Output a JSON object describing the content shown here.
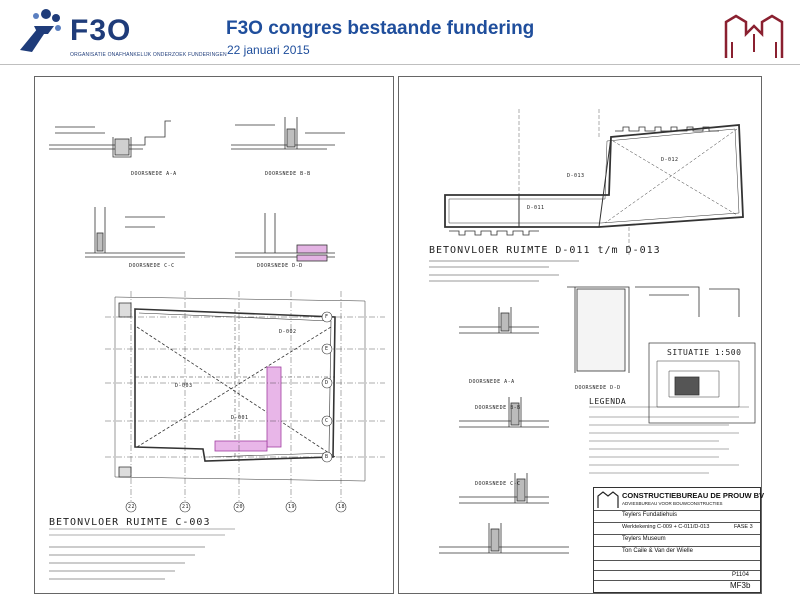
{
  "header": {
    "logo_text": "F3O",
    "logo_subtitle": "ORGANISATIE ONAFHANKELIJK ONDERZOEK FUNDERINGEN",
    "title": "F3O congres bestaande fundering",
    "subtitle": "22 januari 2015",
    "colors": {
      "title": "#1f4e9c",
      "logo": "#1f3c7a",
      "logo_right": "#8a2030"
    }
  },
  "left_sheet": {
    "sections": [
      "DOORSNEDE A-A",
      "DOORSNEDE B-B",
      "DOORSNEDE C-C",
      "DOORSNEDE D-D"
    ],
    "rooms": [
      "D-003",
      "D-002",
      "D-001"
    ],
    "grid_bottom": [
      "22",
      "21",
      "20",
      "19",
      "18"
    ],
    "grid_right": [
      "F",
      "E",
      "D",
      "C",
      "B"
    ],
    "plan_title": "BETONVLOER RUIMTE C-003"
  },
  "right_sheet": {
    "rooms": [
      "D-011",
      "D-012",
      "D-013"
    ],
    "plan_title": "BETONVLOER RUIMTE D-011 t/m D-013",
    "sections": [
      "DOORSNEDE A-A",
      "DOORSNEDE B-B",
      "DOORSNEDE C-C",
      "DOORSNEDE D-D"
    ],
    "situatie": "SITUATIE 1:500",
    "legend_title": "LEGENDA",
    "titleblock": {
      "company": "CONSTRUCTIEBUREAU DE PROUW BV",
      "company_sub": "ADVIESBUREAU VOOR BOUWCONSTRUCTIES",
      "project": "Teylers Fundatiehuis",
      "drawing": "Werktekening C-009 + C-011/D-013",
      "phase": "FASE 3",
      "client": "Teylers Museum",
      "architect": "Ton Caile & Van der Wielle",
      "number": "P1104",
      "sheet": "MF3b"
    }
  }
}
